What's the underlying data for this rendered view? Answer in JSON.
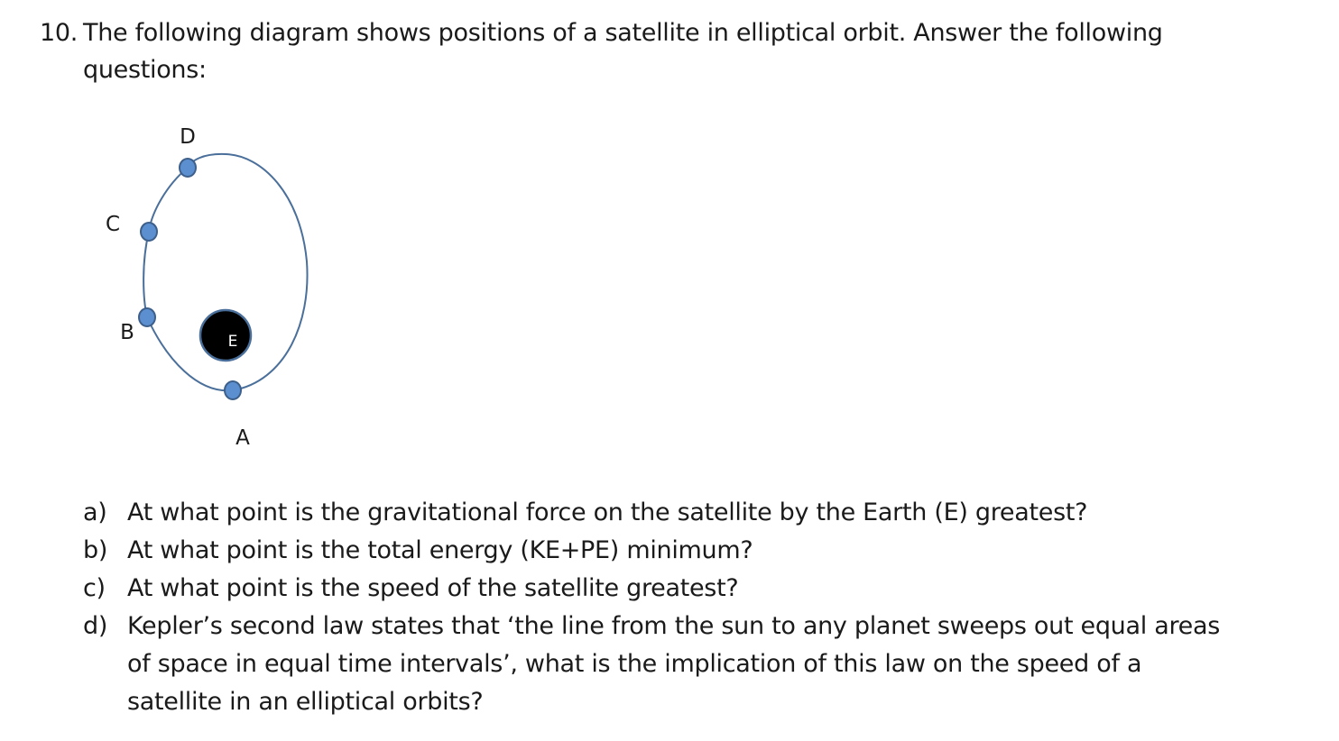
{
  "question": {
    "number": "10.",
    "stem_line1": "The following diagram shows positions of a satellite in elliptical orbit. Answer the following",
    "stem_line2": "questions:"
  },
  "diagram": {
    "labels": {
      "D": "D",
      "C": "C",
      "B": "B",
      "E": "E",
      "A": "A"
    },
    "colors": {
      "orbit": "#4a6f9a",
      "satellite_fill": "#5b8fd0",
      "satellite_stroke": "#3d5f8a",
      "earth_fill": "#000000",
      "earth_stroke": "#4a6f9a",
      "earth_label": "#ffffff"
    }
  },
  "subquestions": [
    {
      "label": "a)",
      "text": "At what point is the gravitational force on the satellite by the Earth (E) greatest?"
    },
    {
      "label": "b)",
      "text": "At what point is the total energy (KE+PE) minimum?"
    },
    {
      "label": "c)",
      "text": "At what point is the speed of the satellite greatest?"
    },
    {
      "label": "d)",
      "text": "Kepler’s second law states that ‘the line from the sun to any planet sweeps out equal areas of space in equal time intervals’, what is the implication of this law on the speed of a satellite in an elliptical orbits?"
    }
  ]
}
